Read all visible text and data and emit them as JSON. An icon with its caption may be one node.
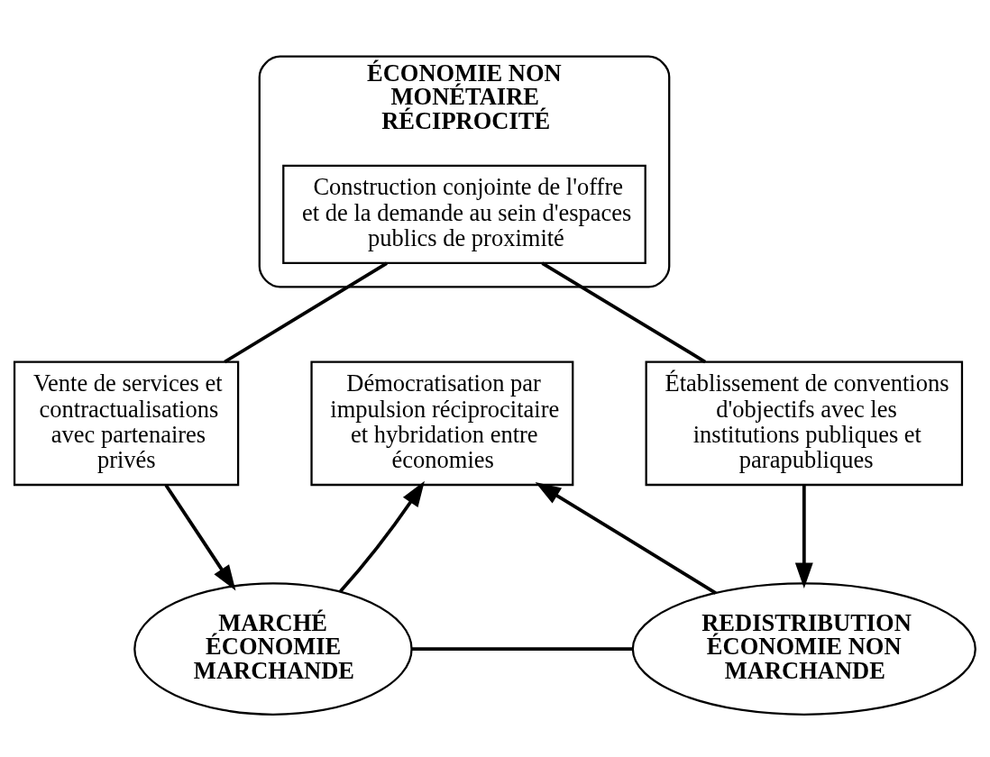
{
  "diagram": {
    "nodes": [
      {
        "text": [
          "ÉCONOMIE NON MONÉTAIRE",
          "RÉCIPROCITÉ"
        ]
      },
      {
        "text": [
          "Construction conjointe de l'offre et de la demande au sein d'espaces publics de proximité"
        ],
        "in": 0
      },
      {
        "text": [
          "Vente de services et contractualisations avec partenaires privés"
        ]
      },
      {
        "text": [
          "Démocratisation par impulsion réciprocitaire et hybridation entre économies"
        ]
      },
      {
        "text": [
          "Établissement de conventions d'objectifs avec les institutions publiques et parapubliques"
        ]
      },
      {
        "text": [
          "MARCHÉ",
          "ÉCONOMIE MARCHANDE"
        ]
      },
      {
        "text": [
          "REDISTRIBUTION",
          "ÉCONOMIE NON MARCHANDE"
        ]
      }
    ],
    "edges": [
      {
        "from": 1,
        "to": 2,
        "arrow": "none"
      },
      {
        "from": 2,
        "to": 5,
        "arrow": "to"
      },
      {
        "from": 1,
        "to": 4,
        "arrow": "none"
      },
      {
        "from": 4,
        "to": 6,
        "arrow": "to"
      },
      {
        "from": 5,
        "to": 3,
        "arrow": "to"
      },
      {
        "from": 6,
        "to": 3,
        "arrow": "to"
      },
      {
        "from": 5,
        "to": 6,
        "arrow": "none"
      }
    ]
  }
}
